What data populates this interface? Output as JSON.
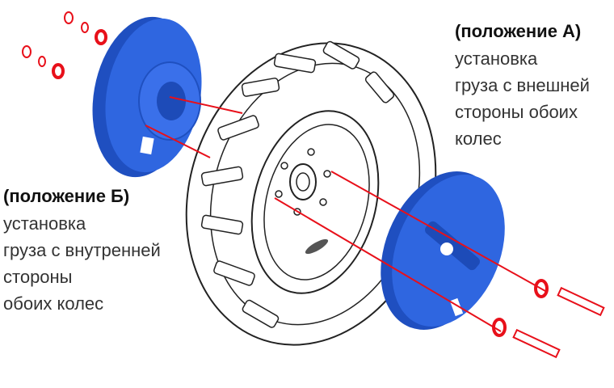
{
  "position_a": {
    "heading": "(положение А)",
    "lines": [
      "установка",
      "груза с внешней",
      "стороны обоих",
      "колес"
    ]
  },
  "position_b": {
    "heading": "(положение Б)",
    "lines": [
      "установка",
      "груза с внутренней",
      "стороны",
      "обоих колес"
    ]
  },
  "colors": {
    "weight_blue": "#2f66e0",
    "accent_red": "#e8101a"
  }
}
